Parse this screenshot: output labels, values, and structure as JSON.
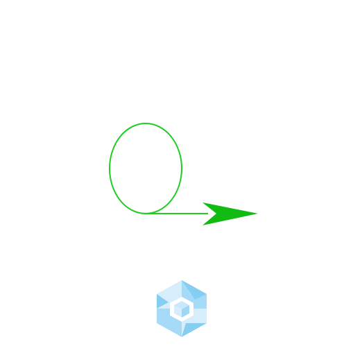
{
  "drawing": {
    "stroke_color": "#22cc22",
    "arrow_fill": "#11bb11",
    "shapes": [
      "loop-ellipse",
      "connector-line",
      "arrowhead"
    ]
  },
  "logo": {
    "icon": "hexagon-cube-logo-icon",
    "colors": {
      "light": "#d6eefc",
      "mid": "#a6dbf7",
      "dark": "#86cdf2",
      "cube_top": "#c8e9fb",
      "cube_left": "#ffffff",
      "cube_right": "#9fd6f4"
    }
  }
}
